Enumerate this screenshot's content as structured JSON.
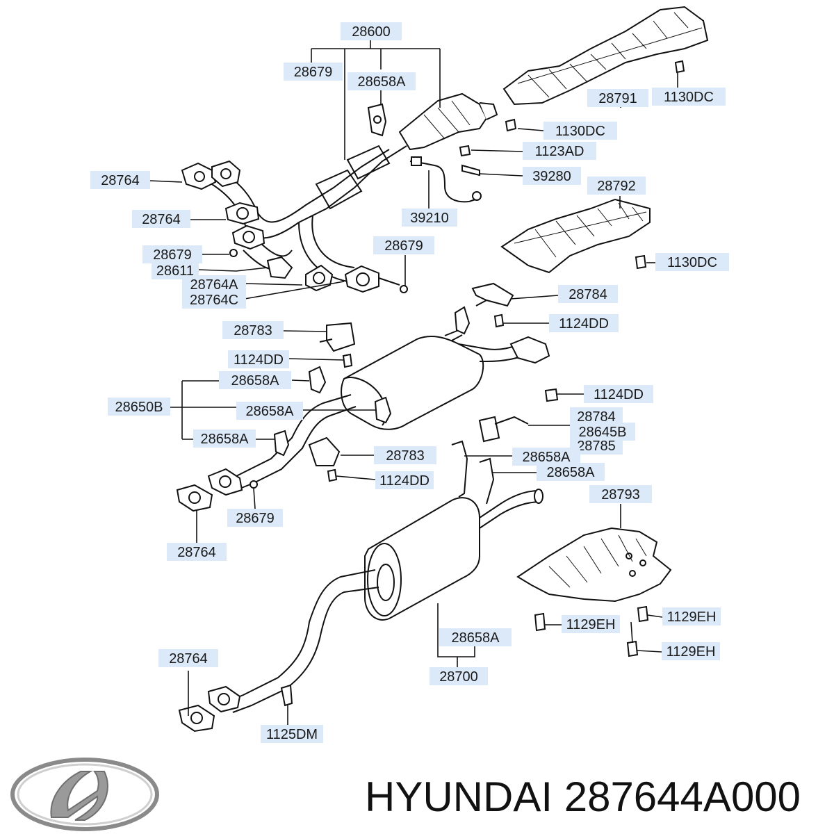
{
  "footer": {
    "brand": "HYUNDAI",
    "part_number": "287644A000"
  },
  "logo": {
    "icon": "hyundai-logo-icon"
  },
  "callouts": [
    {
      "id": "c1",
      "text": "28600"
    },
    {
      "id": "c2",
      "text": "28679"
    },
    {
      "id": "c3",
      "text": "28658A"
    },
    {
      "id": "c4",
      "text": "28791"
    },
    {
      "id": "c5",
      "text": "1130DC"
    },
    {
      "id": "c6",
      "text": "1130DC"
    },
    {
      "id": "c7",
      "text": "1123AD"
    },
    {
      "id": "c8",
      "text": "39280"
    },
    {
      "id": "c9",
      "text": "28764"
    },
    {
      "id": "c10",
      "text": "28792"
    },
    {
      "id": "c11",
      "text": "28764"
    },
    {
      "id": "c12",
      "text": "39210"
    },
    {
      "id": "c13",
      "text": "28679"
    },
    {
      "id": "c14",
      "text": "28679"
    },
    {
      "id": "c15",
      "text": "28611"
    },
    {
      "id": "c16",
      "text": "1130DC"
    },
    {
      "id": "c17",
      "text": "28764A"
    },
    {
      "id": "c18",
      "text": "28764C"
    },
    {
      "id": "c19",
      "text": "28784"
    },
    {
      "id": "c20",
      "text": "28783"
    },
    {
      "id": "c21",
      "text": "1124DD"
    },
    {
      "id": "c22",
      "text": "1124DD"
    },
    {
      "id": "c23",
      "text": "28658A"
    },
    {
      "id": "c24",
      "text": "28650B"
    },
    {
      "id": "c25",
      "text": "28658A"
    },
    {
      "id": "c26",
      "text": "1124DD"
    },
    {
      "id": "c27",
      "text": "28784"
    },
    {
      "id": "c28",
      "text": "28645B"
    },
    {
      "id": "c29",
      "text": "28785"
    },
    {
      "id": "c30",
      "text": "28658A"
    },
    {
      "id": "c31",
      "text": "28783"
    },
    {
      "id": "c32",
      "text": "28658A"
    },
    {
      "id": "c33",
      "text": "1124DD"
    },
    {
      "id": "c34",
      "text": "28658A"
    },
    {
      "id": "c35",
      "text": "28679"
    },
    {
      "id": "c36",
      "text": "28793"
    },
    {
      "id": "c37",
      "text": "28764"
    },
    {
      "id": "c38",
      "text": "1129EH"
    },
    {
      "id": "c39",
      "text": "1129EH"
    },
    {
      "id": "c40",
      "text": "1129EH"
    },
    {
      "id": "c41",
      "text": "28658A"
    },
    {
      "id": "c42",
      "text": "28764"
    },
    {
      "id": "c43",
      "text": "28700"
    },
    {
      "id": "c44",
      "text": "1125DM"
    }
  ]
}
